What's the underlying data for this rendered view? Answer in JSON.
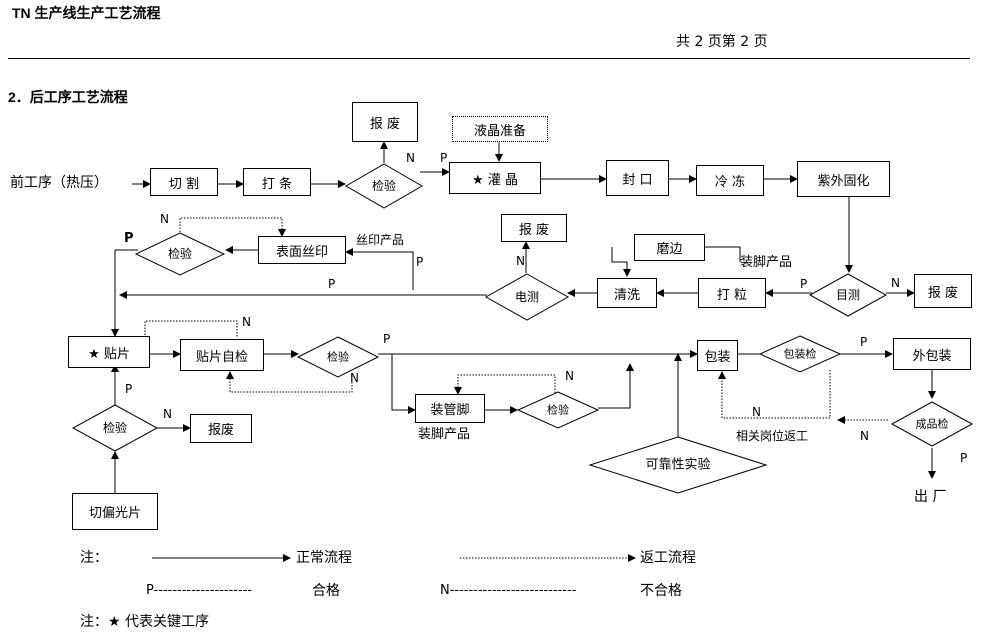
{
  "header": {
    "title": "TN 生产线生产工艺流程",
    "page_info": "共 2 页第 2 页"
  },
  "section_title": "2．后工序工艺流程",
  "nodes": {
    "pre_process": "前工序（热压）",
    "cut": "切 割",
    "strip": "打 条",
    "inspect1": "检验",
    "scrap1": "报 废",
    "lc_prep": "液晶准备",
    "fill": "★ 灌 晶",
    "seal": "封 口",
    "freeze": "冷 冻",
    "uv_cure": "紫外固化",
    "visual_check": "目测",
    "scrap_visual": "报 废",
    "grind": "磨边",
    "pin_product_label": "装脚产品",
    "dot": "打 粒",
    "clean": "清洗",
    "elec_test": "电测",
    "scrap_elec": "报 废",
    "silk_print": "表面丝印",
    "silk_product_label": "丝印产品",
    "inspect_silk": "检验",
    "attach": "★ 贴片",
    "attach_inspect": "贴片自检",
    "inspect_attach": "检验",
    "pin_mount": "装管脚",
    "pin_mount_product": "装脚产品",
    "inspect_pin": "检验",
    "reliability": "可靠性实验",
    "package": "包装",
    "package_inspect": "包装检",
    "outer_package": "外包装",
    "final_inspect": "成品检",
    "ship": "出 厂",
    "rework_label": "相关岗位返工",
    "inspect_pol": "检验",
    "scrap_pol": "报废",
    "cut_polarizer": "切偏光片"
  },
  "flow_labels": {
    "p": "P",
    "n": "N"
  },
  "legend": {
    "note1": "注：",
    "normal_flow": "正常流程",
    "rework_flow": "返工流程",
    "pass_line": "P---------------------",
    "pass_text": "合格",
    "fail_line": "N---------------------------",
    "fail_text": "不合格",
    "note2": "注：★ 代表关键工序"
  }
}
